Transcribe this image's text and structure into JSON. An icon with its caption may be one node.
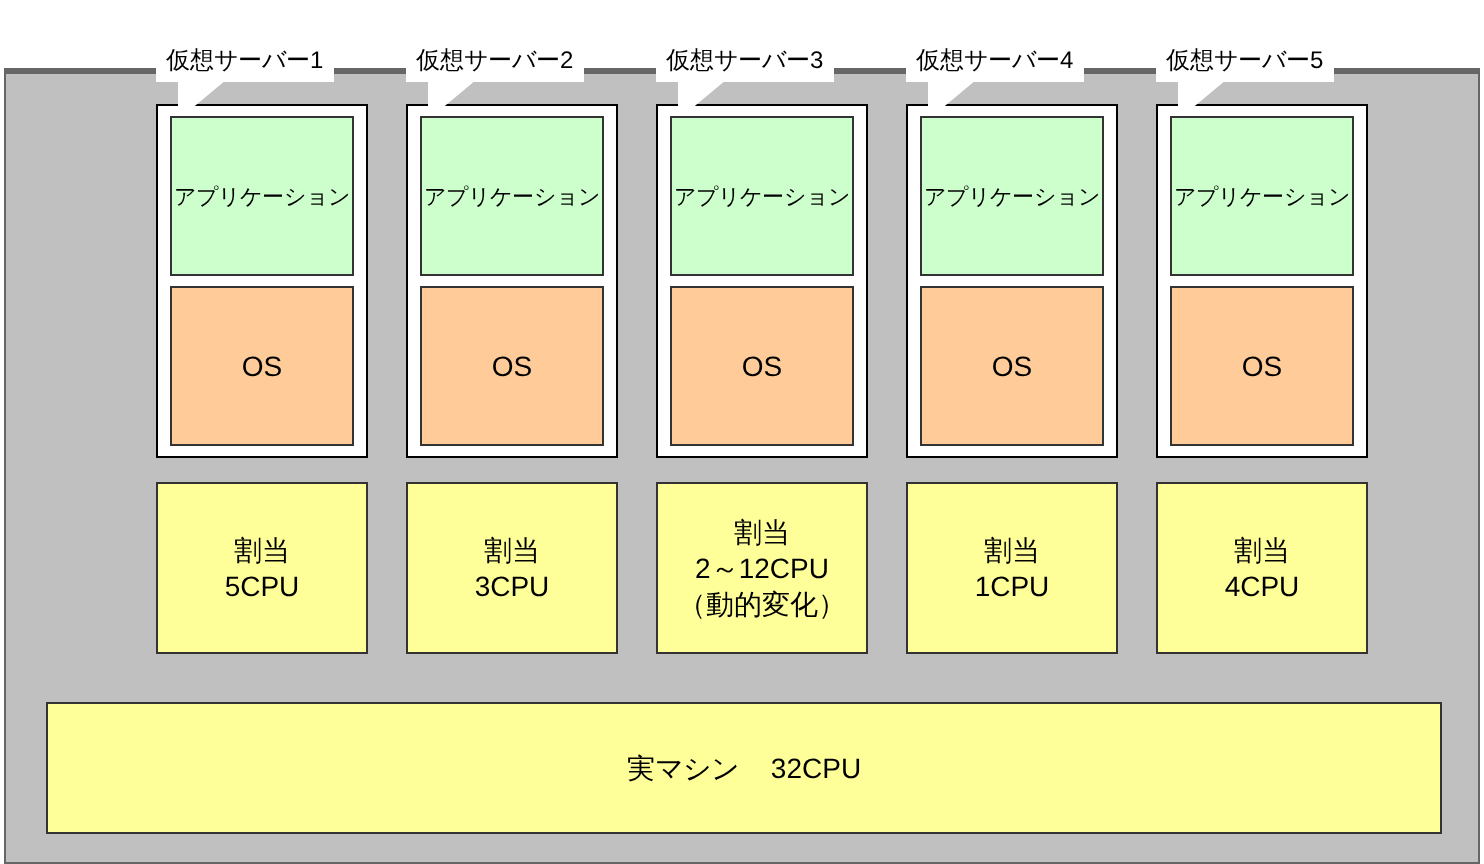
{
  "diagram": {
    "nodes": [
      {
        "text": [
          "仮想サーバー1"
        ]
      },
      {
        "text": [
          "アプリケーション"
        ],
        "in": 0
      },
      {
        "text": [
          "OS"
        ],
        "in": 0
      },
      {
        "text": [
          "仮想サーバー2"
        ]
      },
      {
        "text": [
          "アプリケーション"
        ],
        "in": 3
      },
      {
        "text": [
          "OS"
        ],
        "in": 3
      },
      {
        "text": [
          "仮想サーバー3"
        ]
      },
      {
        "text": [
          "アプリケーション"
        ],
        "in": 6
      },
      {
        "text": [
          "OS"
        ],
        "in": 6
      },
      {
        "text": [
          "仮想サーバー4"
        ]
      },
      {
        "text": [
          "アプリケーション"
        ],
        "in": 9
      },
      {
        "text": [
          "OS"
        ],
        "in": 9
      },
      {
        "text": [
          "仮想サーバー5"
        ]
      },
      {
        "text": [
          "アプリケーション"
        ],
        "in": 12
      },
      {
        "text": [
          "OS"
        ],
        "in": 12
      },
      {
        "text": [
          "割当",
          "5CPU"
        ]
      },
      {
        "text": [
          "割当",
          "3CPU"
        ]
      },
      {
        "text": [
          "割当",
          "2～12CPU",
          "（動的変化）"
        ]
      },
      {
        "text": [
          "割当",
          "1CPU"
        ]
      },
      {
        "text": [
          "割当",
          "4CPU"
        ]
      },
      {
        "text": [
          "実マシン",
          "32CPU"
        ]
      }
    ]
  }
}
